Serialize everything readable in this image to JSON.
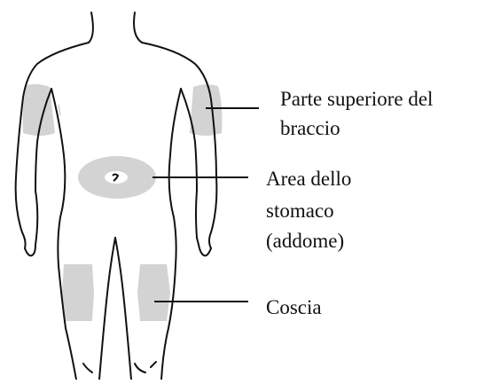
{
  "labels": {
    "upper_arm_line1": "Parte superiore del",
    "upper_arm_line2": "braccio",
    "abdomen_line1": "Area dello",
    "abdomen_line2": "stomaco",
    "abdomen_line3": "(addome)",
    "thigh": "Coscia"
  },
  "colors": {
    "outline": "#111111",
    "zone_fill": "#d3d3d3",
    "background": "#ffffff"
  }
}
